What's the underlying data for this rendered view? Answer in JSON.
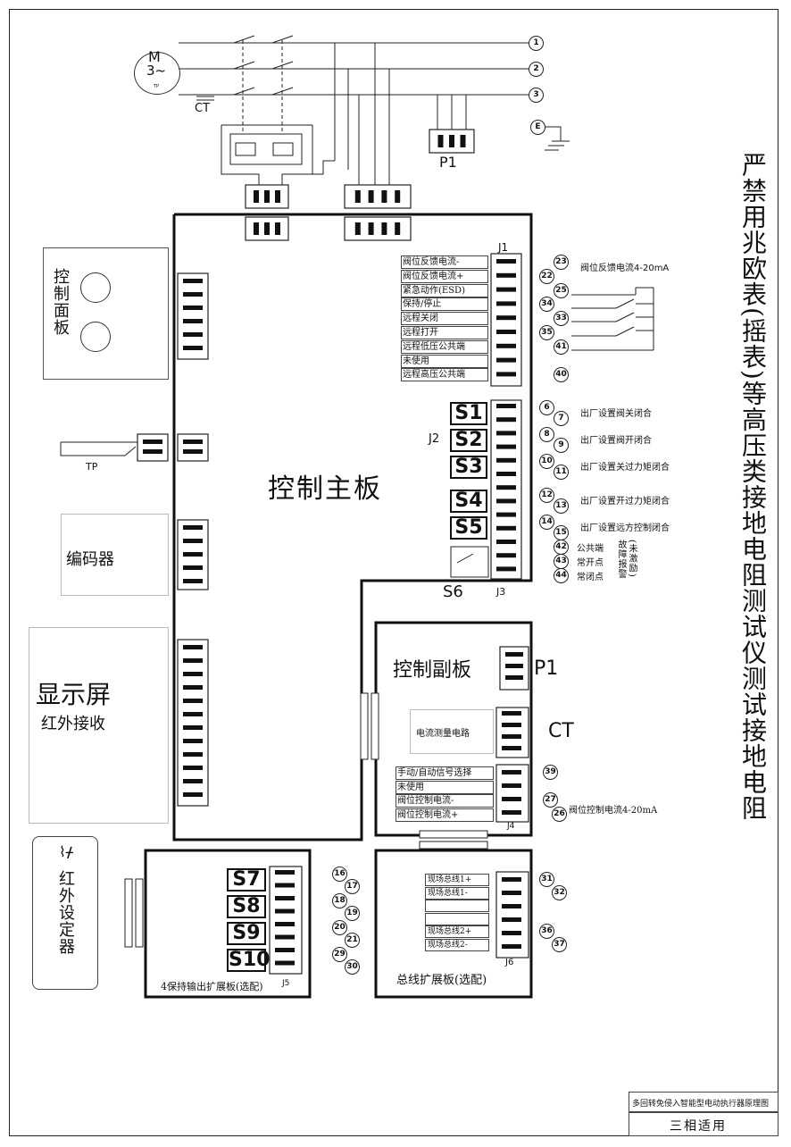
{
  "motor": {
    "letter": "M",
    "phase": "3~",
    "tp": "TP"
  },
  "ct_top": "CT",
  "supply_terminals": [
    "1",
    "2",
    "3",
    "E"
  ],
  "p1_top": "P1",
  "vertical_title": "严禁用兆欧表(摇表)等高压类接地电阻测试仪测试接地电阻",
  "control_panel": "控制面板",
  "tp_label": "TP",
  "encoder": "编码器",
  "display": {
    "line1": "显示屏",
    "line2": "红外接收"
  },
  "ir_setter": {
    "label": "红外设定器",
    "icon": "ir-signal"
  },
  "main_board": "控制主板",
  "j1": {
    "label": "J1",
    "rows": [
      {
        "text": "阀位反馈电流-",
        "num": "23"
      },
      {
        "text": "阀位反馈电流+",
        "num": "22"
      },
      {
        "text": "紧急动作(ESD)",
        "num": "25"
      },
      {
        "text": "保持/停止",
        "num": "34"
      },
      {
        "text": "远程关闭",
        "num": "33"
      },
      {
        "text": "远程打开",
        "num": "35"
      },
      {
        "text": "远程低压公共端",
        "num": "41"
      },
      {
        "text": "未使用",
        "num": ""
      },
      {
        "text": "远程高压公共端",
        "num": "40"
      }
    ],
    "feedback_desc": "阀位反馈电流4-20mA"
  },
  "j2": {
    "label": "J2",
    "relays": [
      {
        "name": "S1",
        "nums": [
          "6",
          "7"
        ],
        "desc": "出厂设置阀关闭合"
      },
      {
        "name": "S2",
        "nums": [
          "8",
          "9"
        ],
        "desc": "出厂设置阀开闭合"
      },
      {
        "name": "S3",
        "nums": [
          "10",
          "11"
        ],
        "desc": "出厂设置关过力矩闭合"
      },
      {
        "name": "S4",
        "nums": [
          "12",
          "13"
        ],
        "desc": "出厂设置开过力矩闭合"
      },
      {
        "name": "S5",
        "nums": [
          "14",
          "15"
        ],
        "desc": "出厂设置远方控制闭合"
      }
    ]
  },
  "j3": {
    "label": "J3",
    "s6": "S6",
    "nums": [
      "42",
      "43",
      "44"
    ],
    "points": [
      "公共端",
      "常开点",
      "常闭点"
    ],
    "fault": "故障报警",
    "fault_note": "(未激励)"
  },
  "sub_board": {
    "title": "控制副板",
    "p1": "P1",
    "ct": "CT",
    "circuit": "电流测量电路",
    "j4": "J4",
    "rows": [
      {
        "text": "手动/自动信号选择",
        "num": "39"
      },
      {
        "text": "未使用",
        "num": ""
      },
      {
        "text": "阀位控制电流-",
        "num": "27"
      },
      {
        "text": "阀位控制电流+",
        "num": "26"
      }
    ],
    "control_desc": "阀位控制电流4-20mA"
  },
  "output_board": {
    "title": "4保持输出扩展板(选配)",
    "j5": "J5",
    "relays": [
      {
        "name": "S7",
        "nums": [
          "16",
          "17"
        ]
      },
      {
        "name": "S8",
        "nums": [
          "18",
          "19"
        ]
      },
      {
        "name": "S9",
        "nums": [
          "20",
          "21"
        ]
      },
      {
        "name": "S10",
        "nums": [
          "29",
          "30"
        ]
      }
    ]
  },
  "bus_board": {
    "title": "总线扩展板(选配)",
    "j6": "J6",
    "rows": [
      {
        "text": "现场总线1+",
        "num": "31"
      },
      {
        "text": "现场总线1-",
        "num": "32"
      },
      {
        "text": "",
        "num": ""
      },
      {
        "text": "",
        "num": ""
      },
      {
        "text": "现场总线2+",
        "num": "36"
      },
      {
        "text": "现场总线2-",
        "num": "37"
      }
    ]
  },
  "footer": {
    "line1": "多回转免侵入智能型电动执行器原理图",
    "line2": "三相适用"
  }
}
